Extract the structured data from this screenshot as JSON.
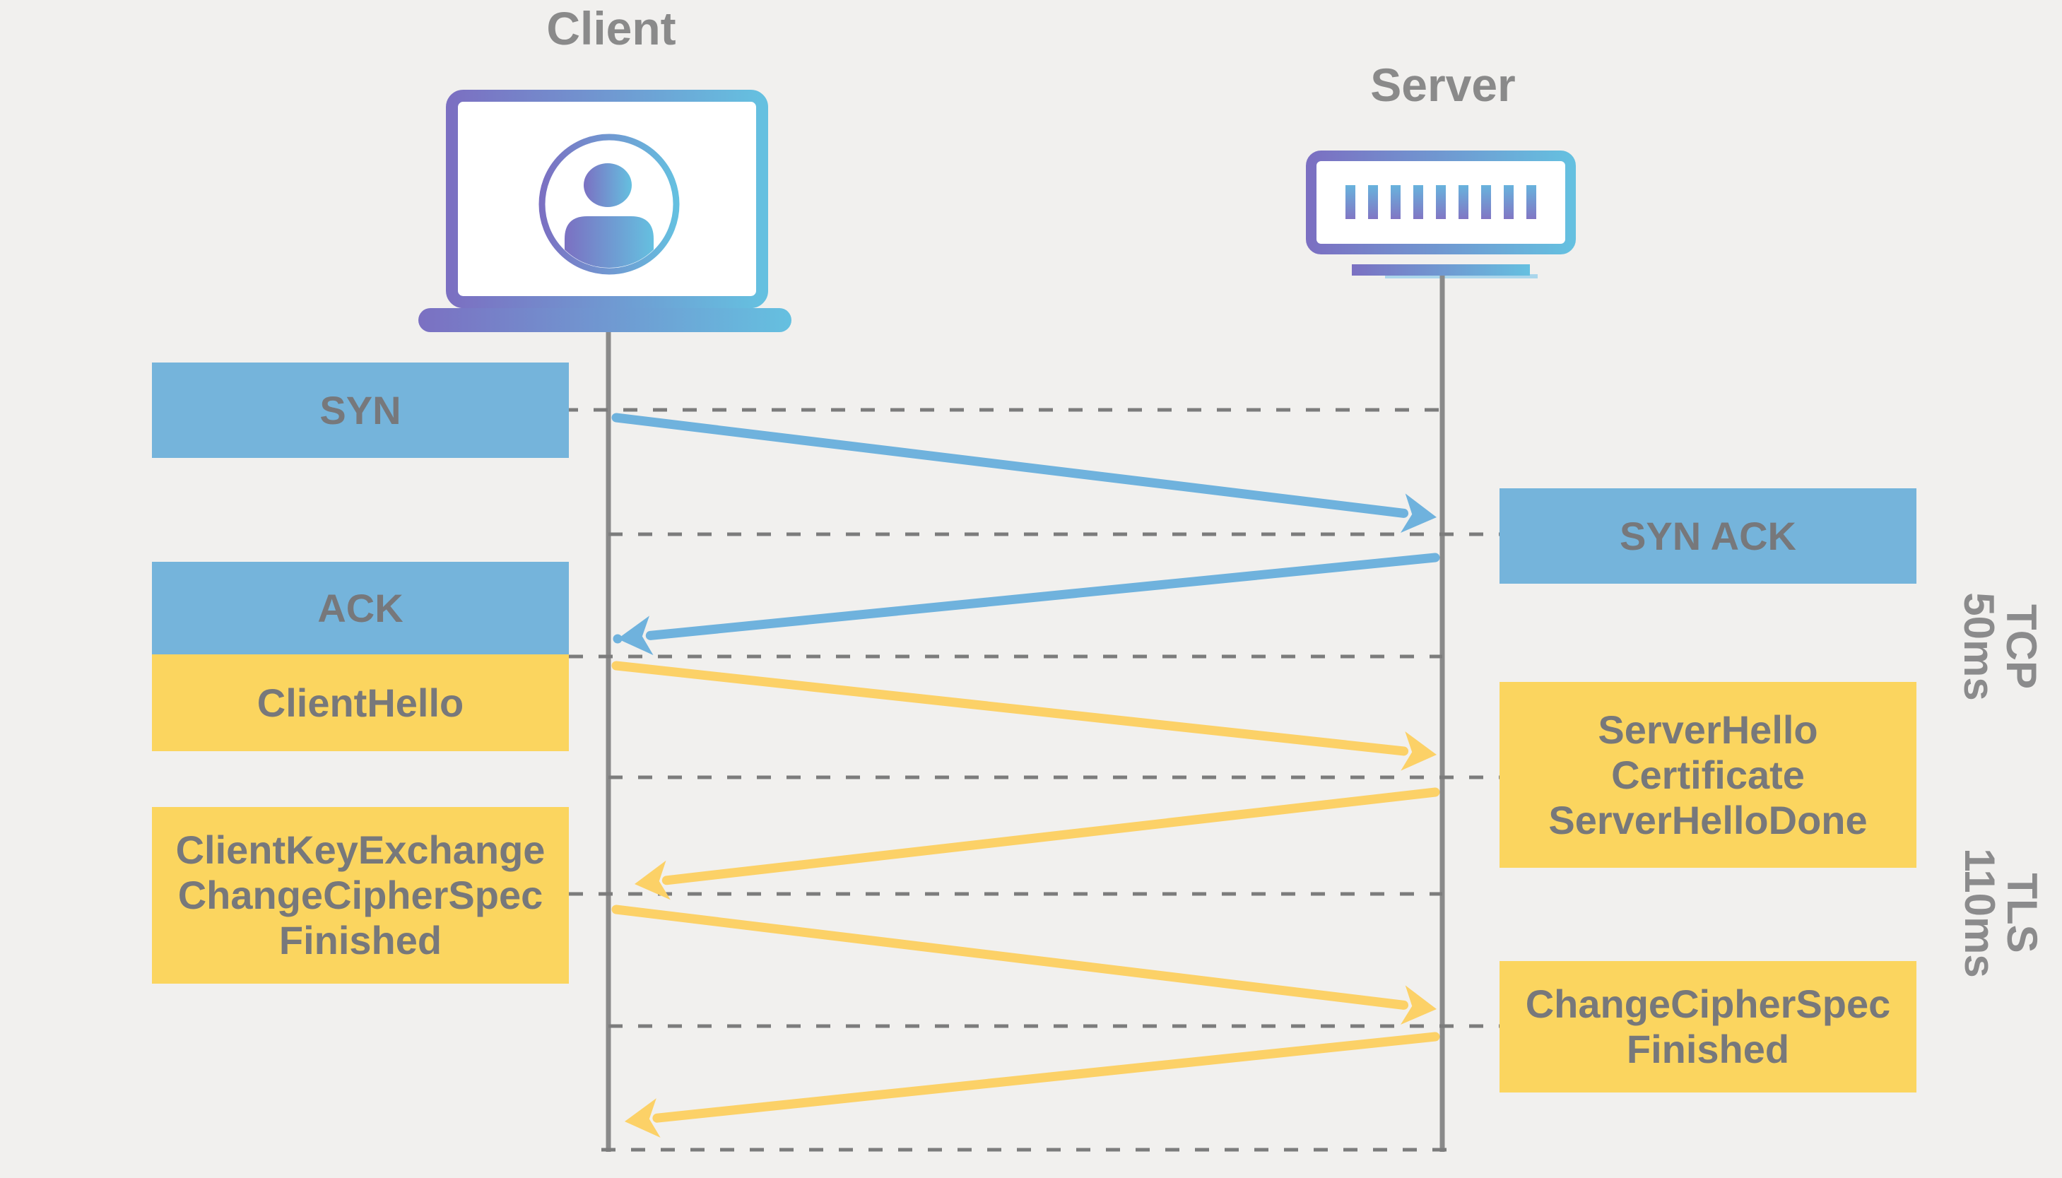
{
  "actors": {
    "client": {
      "label": "Client"
    },
    "server": {
      "label": "Server"
    }
  },
  "messages": {
    "syn": {
      "label": "SYN"
    },
    "syn_ack": {
      "label": "SYN ACK"
    },
    "ack": {
      "label": "ACK"
    },
    "client_hello": {
      "label": "ClientHello"
    },
    "server_hello": {
      "label": "ServerHello\nCertificate\nServerHelloDone"
    },
    "client_key_exchange": {
      "label": "ClientKeyExchange\nChangeCipherSpec\nFinished"
    },
    "change_cipher_spec": {
      "label": "ChangeCipherSpec\nFinished"
    }
  },
  "phases": {
    "tcp": {
      "label": "TCP\n50ms"
    },
    "tls": {
      "label": "TLS\n110ms"
    }
  },
  "colors": {
    "background": "#f1f0ee",
    "tcp_box_blue": "#75b4db",
    "tls_box_yellow": "#fbd55f",
    "arrow_blue": "#6fb2dd",
    "arrow_yellow": "#fcd167",
    "dashed_line_gray": "#7c7c7c",
    "lifeline_gray": "#8a8a8a",
    "box_text_gray": "#77787b",
    "title_gray": "#8a8a8a",
    "icon_gradient_purple": "#7b70c2",
    "icon_gradient_blue": "#65c0e0"
  }
}
